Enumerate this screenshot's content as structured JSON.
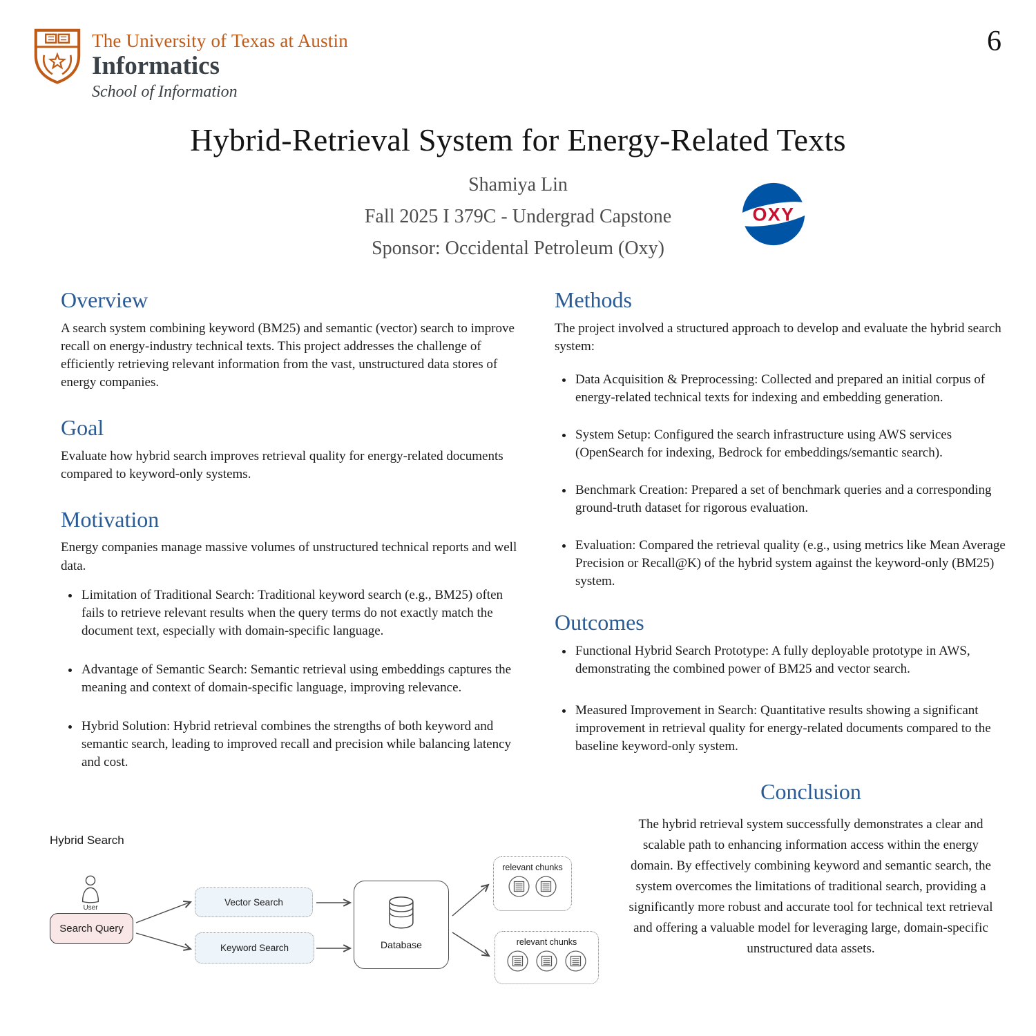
{
  "page_number": "6",
  "brand": {
    "university": "The University of Texas at Austin",
    "department": "Informatics",
    "school": "School of Information"
  },
  "header": {
    "title": "Hybrid-Retrieval System for Energy-Related Texts",
    "author": "Shamiya Lin",
    "course": "Fall 2025 I 379C - Undergrad Capstone",
    "sponsor": "Sponsor: Occidental Petroleum (Oxy)",
    "sponsor_logo_text": "OXY"
  },
  "sections": {
    "overview": {
      "heading": "Overview",
      "body": "A search system combining keyword (BM25) and semantic (vector) search to improve recall on energy-industry technical texts. This project addresses the challenge of efficiently retrieving relevant information from the vast, unstructured data stores of energy companies."
    },
    "goal": {
      "heading": "Goal",
      "body": "Evaluate how hybrid search improves retrieval quality for energy-related documents compared to keyword-only systems."
    },
    "motivation": {
      "heading": "Motivation",
      "body": "Energy companies manage massive volumes of unstructured technical reports and well data.",
      "bullets": [
        "Limitation of Traditional Search: Traditional keyword search (e.g., BM25) often fails to retrieve relevant results when the query terms do not exactly match the document text, especially with domain-specific language.",
        "Advantage of Semantic Search: Semantic retrieval using embeddings captures the meaning and context of domain-specific language, improving relevance.",
        "Hybrid Solution: Hybrid retrieval combines the strengths of both keyword and semantic search, leading to improved recall and precision while balancing latency and cost."
      ]
    },
    "methods": {
      "heading": "Methods",
      "body": "The project involved a structured approach to develop and evaluate the hybrid search system:",
      "bullets": [
        "Data Acquisition & Preprocessing: Collected and prepared an initial corpus of energy-related technical texts for indexing and embedding generation.",
        "System Setup: Configured the search infrastructure using AWS services (OpenSearch for indexing, Bedrock for embeddings/semantic search).",
        "Benchmark Creation: Prepared a set of benchmark queries and a corresponding ground-truth dataset for rigorous evaluation.",
        "Evaluation: Compared the retrieval quality (e.g., using metrics like Mean Average Precision or Recall@K) of the hybrid system against the keyword-only (BM25) system."
      ]
    },
    "outcomes": {
      "heading": "Outcomes",
      "bullets": [
        "Functional Hybrid Search Prototype: A fully deployable prototype in AWS, demonstrating the combined power of BM25 and vector search.",
        "Measured Improvement in Search: Quantitative results showing a significant improvement in retrieval quality for energy-related documents compared to the baseline keyword-only system."
      ]
    },
    "conclusion": {
      "heading": "Conclusion",
      "body": "The hybrid retrieval system successfully demonstrates a clear and scalable path to enhancing information access within the energy domain. By effectively combining keyword and semantic search, the system overcomes the limitations of traditional search, providing a significantly more robust and accurate tool for technical text retrieval and offering a valuable model for leveraging large, domain-specific unstructured data assets."
    }
  },
  "diagram": {
    "title": "Hybrid Search",
    "user_label": "User",
    "search_query_label": "Search Query",
    "vector_search_label": "Vector Search",
    "keyword_search_label": "Keyword Search",
    "database_label": "Database",
    "relevant_chunks_top_label": "relevant chunks",
    "relevant_chunks_bottom_label": "relevant chunks"
  },
  "colors": {
    "heading_blue": "#2a5b94",
    "ut_orange": "#c05a17",
    "brand_gray": "#3a4147",
    "oxy_blue": "#0054a6",
    "oxy_red": "#c8102e",
    "query_box_fill": "#f9e7e7",
    "search_box_fill": "#edf4fa"
  }
}
